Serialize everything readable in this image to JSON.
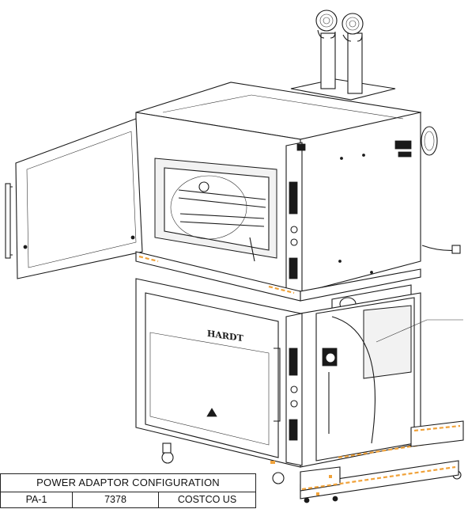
{
  "brand_plate": "HARDT",
  "config_table": {
    "title": "POWER ADAPTOR CONFIGURATION",
    "rows": [
      [
        "PA-1",
        "7378",
        "COSTCO US"
      ]
    ]
  }
}
